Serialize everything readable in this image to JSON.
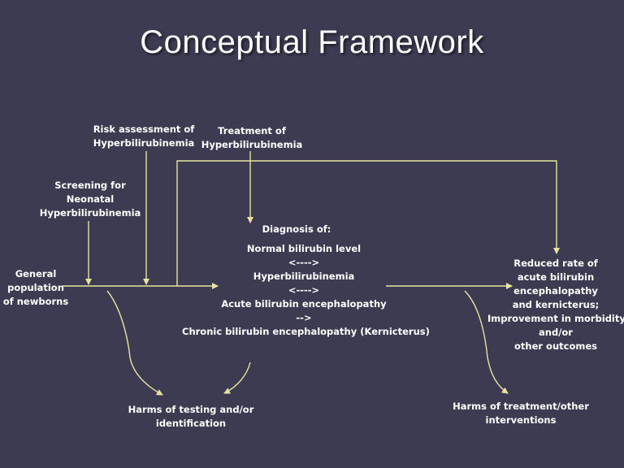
{
  "title": "Conceptual Framework",
  "colors": {
    "background": "#3d3b52",
    "arrow": "#e8e4a0",
    "text": "#ffffff"
  },
  "nodes": {
    "risk_assessment": [
      "Risk assessment of",
      "Hyperbilirubinemia"
    ],
    "treatment": [
      "Treatment of",
      "Hyperbilirubinemia"
    ],
    "screening": [
      "Screening for",
      "Neonatal",
      "Hyperbilirubinemia"
    ],
    "population": [
      "General",
      "population",
      "of newborns"
    ],
    "diagnosis_heading": "Diagnosis of:",
    "diagnosis_lines": [
      "Normal bilirubin level",
      "<---->",
      "Hyperbilirubinemia",
      "<---->",
      "Acute bilirubin encephalopathy",
      "-->",
      "Chronic bilirubin encephalopathy (Kernicterus)"
    ],
    "outcomes": [
      "Reduced rate of",
      "acute bilirubin",
      "encephalopathy",
      "and kernicterus;",
      "Improvement in morbidity,",
      "and/or",
      "other outcomes"
    ],
    "harms_testing": [
      "Harms of testing and/or",
      "identification"
    ],
    "harms_treatment": [
      "Harms of treatment/other",
      "interventions"
    ]
  }
}
